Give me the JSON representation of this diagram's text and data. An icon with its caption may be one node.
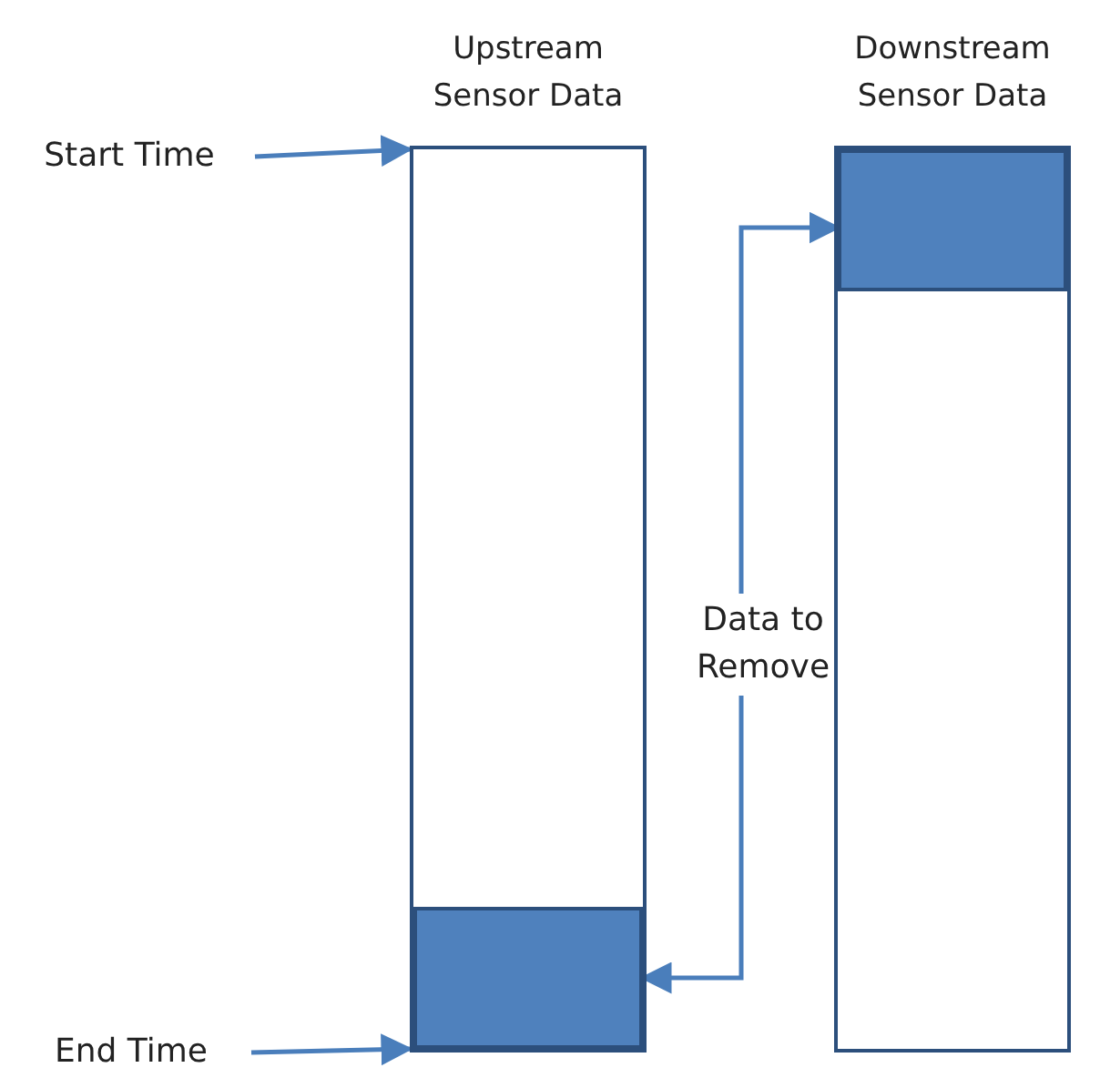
{
  "diagram": {
    "nodes": [
      {
        "text": [
          "Upstream Sensor Data"
        ]
      },
      {
        "text": [],
        "shape": "box",
        "in": 0
      },
      {
        "text": [
          "Downstream Sensor Data"
        ]
      },
      {
        "text": [],
        "shape": "box",
        "in": 2
      },
      {
        "text": [
          "Start Time"
        ]
      },
      {
        "text": [
          "Data to Remove"
        ]
      },
      {
        "text": [
          "End Time"
        ]
      }
    ],
    "edges": [
      {
        "from": 4,
        "to": 0,
        "arrow": "to"
      },
      {
        "from": 6,
        "to": 0,
        "arrow": "to"
      },
      {
        "from": 5,
        "to": 3,
        "arrow": "to"
      },
      {
        "from": 5,
        "to": 1,
        "arrow": "to"
      }
    ]
  }
}
